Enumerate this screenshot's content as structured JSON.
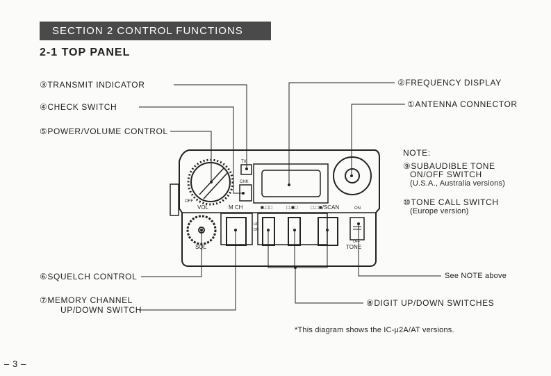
{
  "section_title": "SECTION 2 CONTROL FUNCTIONS",
  "subsection_title": "2-1 TOP PANEL",
  "callouts": {
    "c3": "③TRANSMIT INDICATOR",
    "c4": "④CHECK SWITCH",
    "c5": "⑤POWER/VOLUME CONTROL",
    "c2": "②FREQUENCY DISPLAY",
    "c1": "①ANTENNA CONNECTOR",
    "c6": "⑥SQUELCH CONTROL",
    "c7a": "⑦MEMORY CHANNEL",
    "c7b": "UP/DOWN SWITCH",
    "c8": "⑧DIGIT UP/DOWN SWITCHES",
    "see_note": "See NOTE above"
  },
  "note": {
    "heading": "NOTE:",
    "n9a": "⑨SUBAUDIBLE TONE",
    "n9b": "ON/OFF SWITCH",
    "n9c": "(U.S.A., Australia versions)",
    "n10a": "⑩TONE CALL SWITCH",
    "n10b": "(Europe version)"
  },
  "panel": {
    "tx": "TX",
    "chk": "CHK",
    "off": "OFF",
    "vol": "VOL",
    "mch": "M CH",
    "d1": "■.□□",
    "d2": "□.■□",
    "d3": "□.□■/SCAN",
    "on": "ON",
    "up": "UP",
    "dn": "DN",
    "sql": "SQL",
    "tone_off": "OFF",
    "tone": "TONE"
  },
  "footnote": "*This diagram shows the IC-μ2A/AT versions.",
  "page_number": "– 3 –"
}
